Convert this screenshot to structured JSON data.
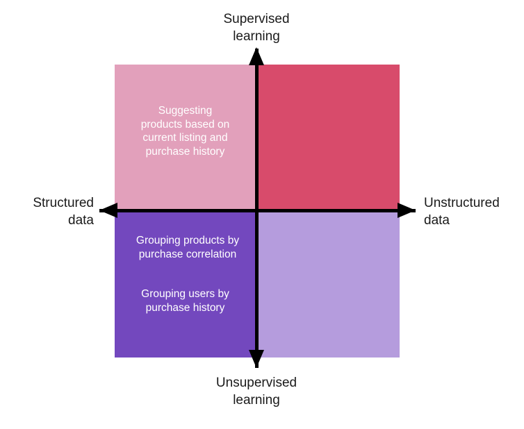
{
  "diagram": {
    "type": "2x2-quadrant-matrix",
    "axes": {
      "vertical": {
        "top_label": "Supervised\nlearning",
        "bottom_label": "Unsupervised\nlearning",
        "color": "#000000"
      },
      "horizontal": {
        "left_label": "Structured\ndata",
        "right_label": "Unstructured\ndata",
        "color": "#000000"
      }
    },
    "quadrants": [
      {
        "id": "top-left",
        "position": "supervised-structured",
        "color": "#e2a0bb",
        "texts": [
          "Suggesting\nproducts based on\ncurrent listing and\npurchase history"
        ]
      },
      {
        "id": "top-right",
        "position": "supervised-unstructured",
        "color": "#d84b6b",
        "texts": []
      },
      {
        "id": "bottom-left",
        "position": "unsupervised-structured",
        "color": "#7348be",
        "texts": [
          "Grouping products by\npurchase correlation",
          "Grouping users by\npurchase history"
        ]
      },
      {
        "id": "bottom-right",
        "position": "unsupervised-unstructured",
        "color": "#b59cdd",
        "texts": []
      }
    ]
  }
}
